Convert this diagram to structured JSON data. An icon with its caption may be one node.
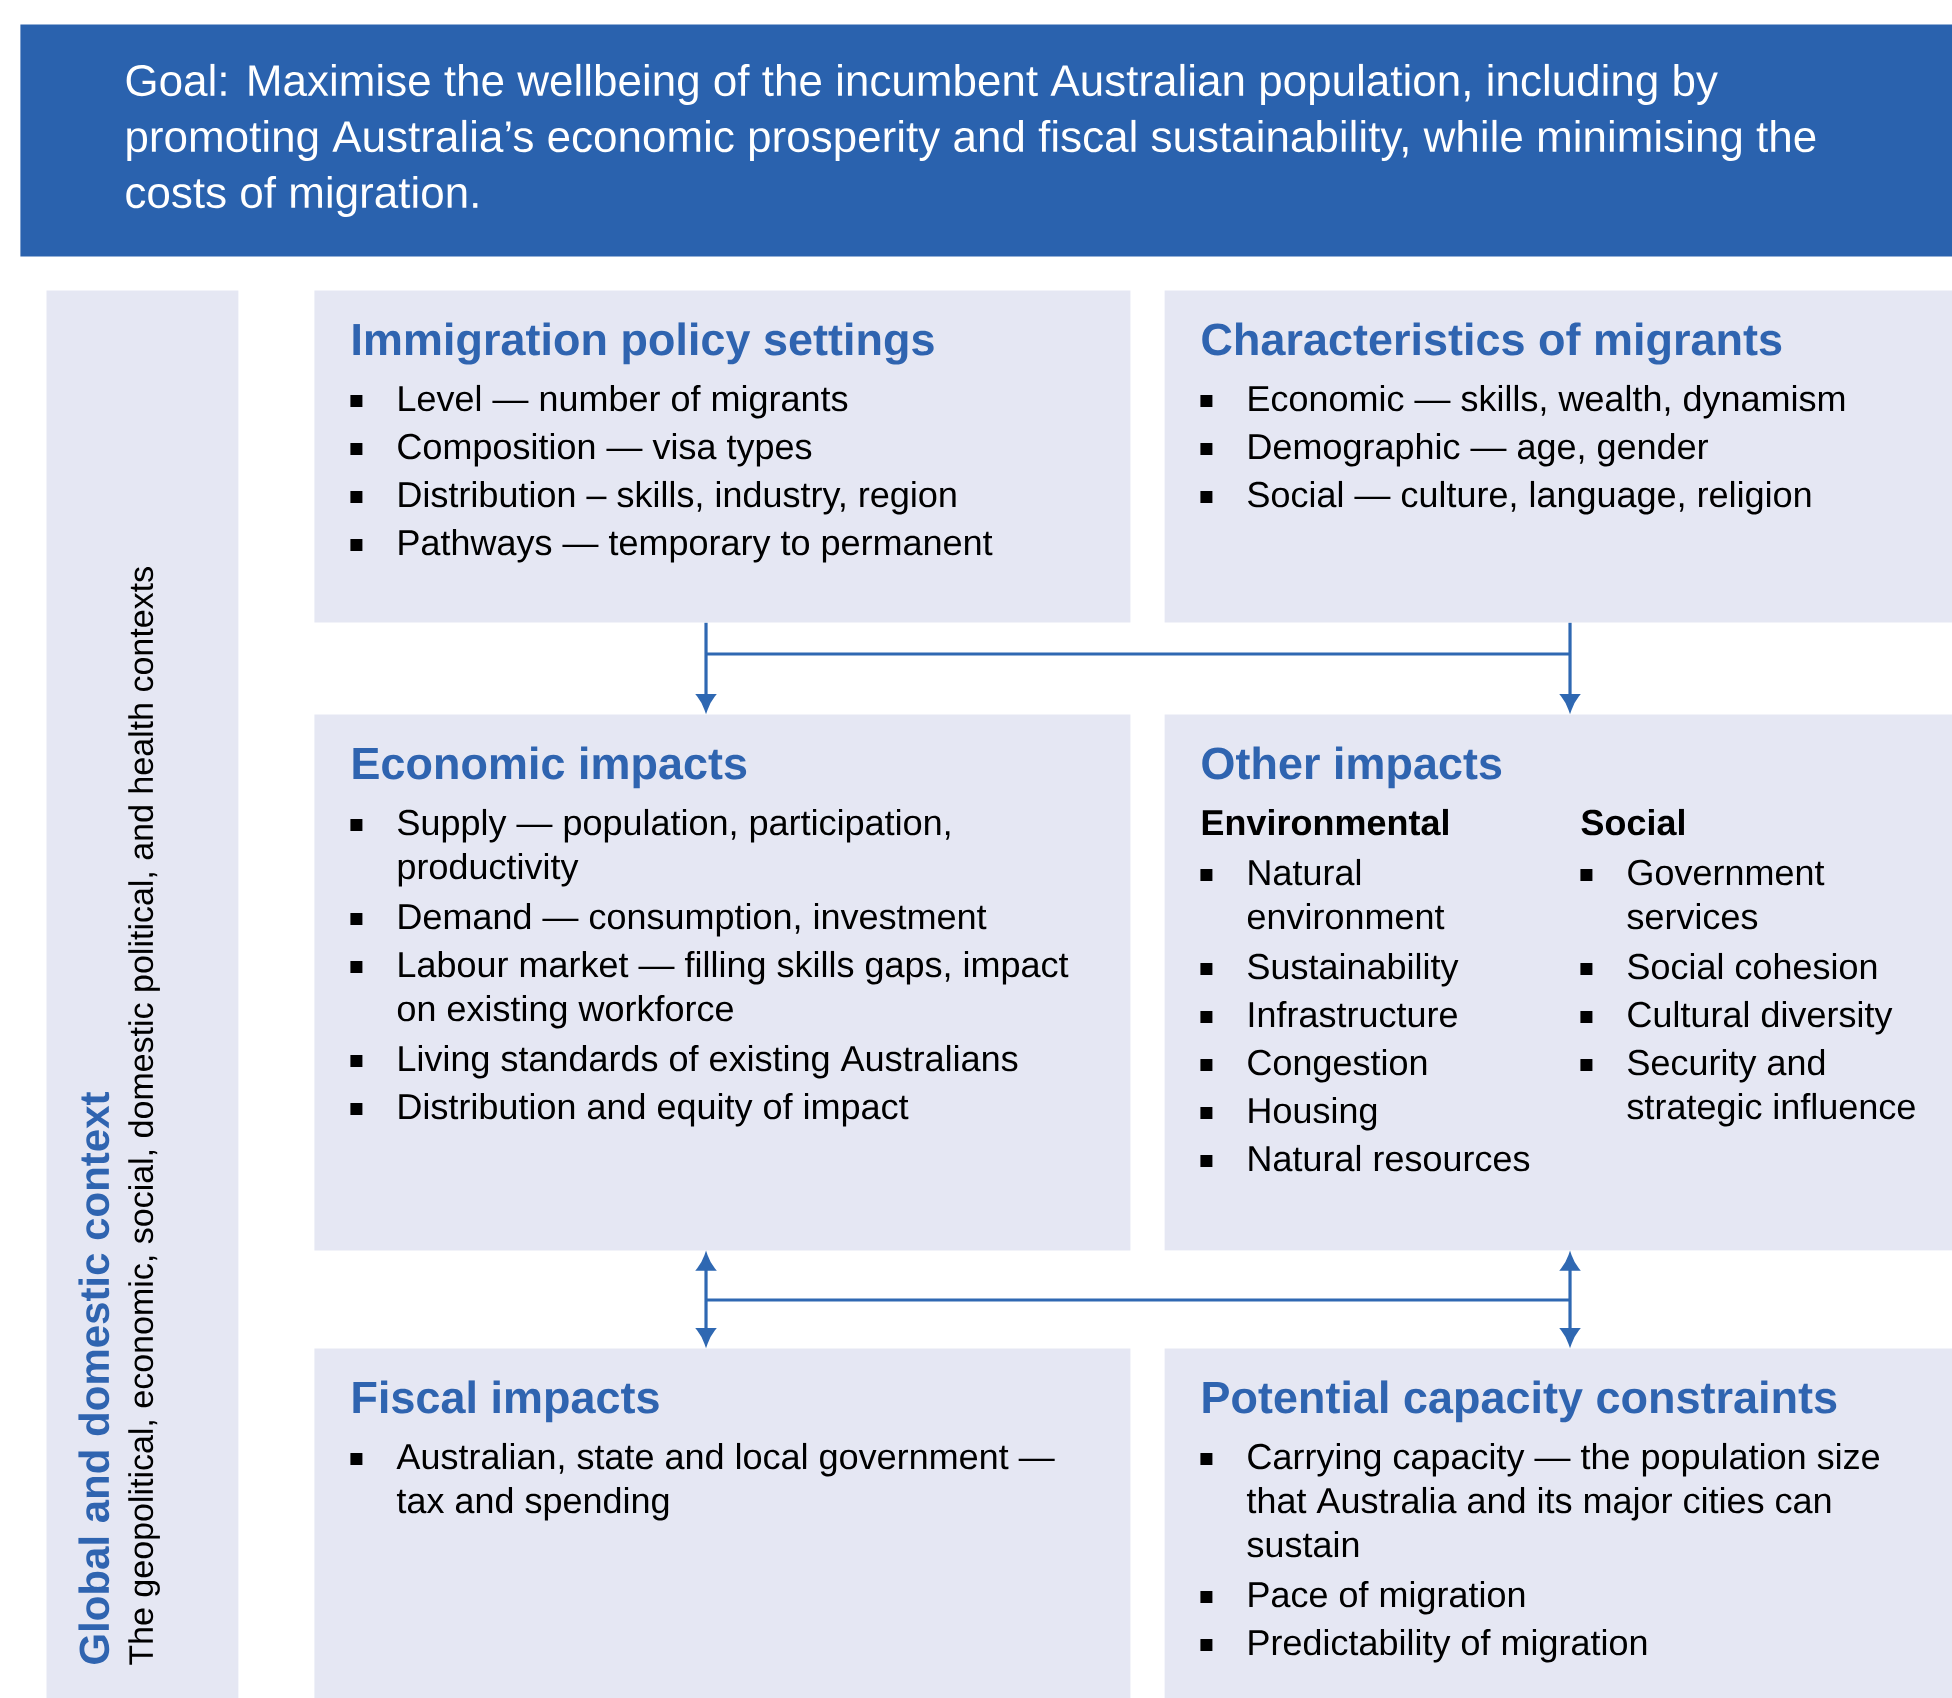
{
  "diagram": {
    "nodes": [
      {
        "text": [
          "Goal: Maximise the wellbeing of the incumbent Australian population, including by promoting Australia’s economic prosperity and fiscal sustainability, while minimising the costs of migration."
        ]
      },
      {
        "text": [
          "Global and domestic context",
          "The geopolitical, economic, social, domestic political, and health contexts"
        ]
      },
      {
        "text": [
          "Immigration policy settings",
          "Level — number of migrants",
          "Composition — visa types",
          "Distribution – skills, industry, region",
          "Pathways — temporary to permanent"
        ]
      },
      {
        "text": [
          "Characteristics of migrants",
          "Economic — skills, wealth, dynamism",
          "Demographic — age, gender",
          "Social — culture, language, religion"
        ]
      },
      {
        "text": [
          "Economic impacts",
          "Supply — population, participation, productivity",
          "Demand — consumption, investment",
          "Labour market — filling skills gaps, impact on existing workforce",
          "Living standards of existing Australians",
          "Distribution and equity of impact"
        ]
      },
      {
        "text": [
          "Other impacts",
          "Environmental",
          "Natural environment",
          "Sustainability",
          "Infrastructure",
          "Congestion",
          "Housing",
          "Natural resources",
          "Social",
          "Government services",
          "Social cohesion",
          "Cultural diversity",
          "Security and strategic influence"
        ]
      },
      {
        "text": [
          "Fiscal impacts",
          "Australian, state and local government — tax and spending"
        ]
      },
      {
        "text": [
          "Potential capacity constraints",
          "Carrying capacity — the population size that Australia and its major cities can sustain",
          "Pace of migration",
          "Predictability of migration"
        ]
      }
    ],
    "edges": [
      {
        "from": 2,
        "to": 4,
        "arrow": "to"
      },
      {
        "from": 2,
        "to": 5,
        "arrow": "to"
      },
      {
        "from": 3,
        "to": 4,
        "arrow": "to"
      },
      {
        "from": 3,
        "to": 5,
        "arrow": "to"
      },
      {
        "from": 4,
        "to": 6,
        "arrow": "both"
      },
      {
        "from": 4,
        "to": 7,
        "arrow": "both"
      },
      {
        "from": 5,
        "to": 6,
        "arrow": "both"
      },
      {
        "from": 5,
        "to": 7,
        "arrow": "both"
      }
    ]
  }
}
